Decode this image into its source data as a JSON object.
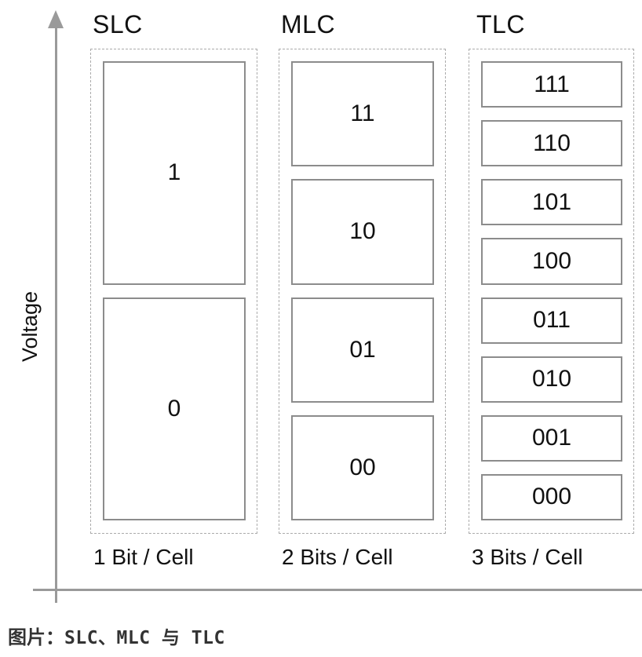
{
  "figure": {
    "y_axis_label": "Voltage",
    "columns": [
      {
        "title": "SLC",
        "caption": "1 Bit / Cell",
        "cells": [
          "1",
          "0"
        ]
      },
      {
        "title": "MLC",
        "caption": "2 Bits / Cell",
        "cells": [
          "11",
          "10",
          "01",
          "00"
        ]
      },
      {
        "title": "TLC",
        "caption": "3 Bits / Cell",
        "cells": [
          "111",
          "110",
          "101",
          "100",
          "011",
          "010",
          "001",
          "000"
        ]
      }
    ],
    "footer": {
      "prefix": "图片：",
      "text": "SLC、MLC 与 TLC"
    },
    "colors": {
      "axis_gray": "#9a9a9a",
      "cell_border_gray": "#8c8c8c",
      "dashed_border_gray": "#ababab",
      "text_black": "#111111",
      "footer_text": "#333333",
      "background": "#ffffff"
    }
  }
}
